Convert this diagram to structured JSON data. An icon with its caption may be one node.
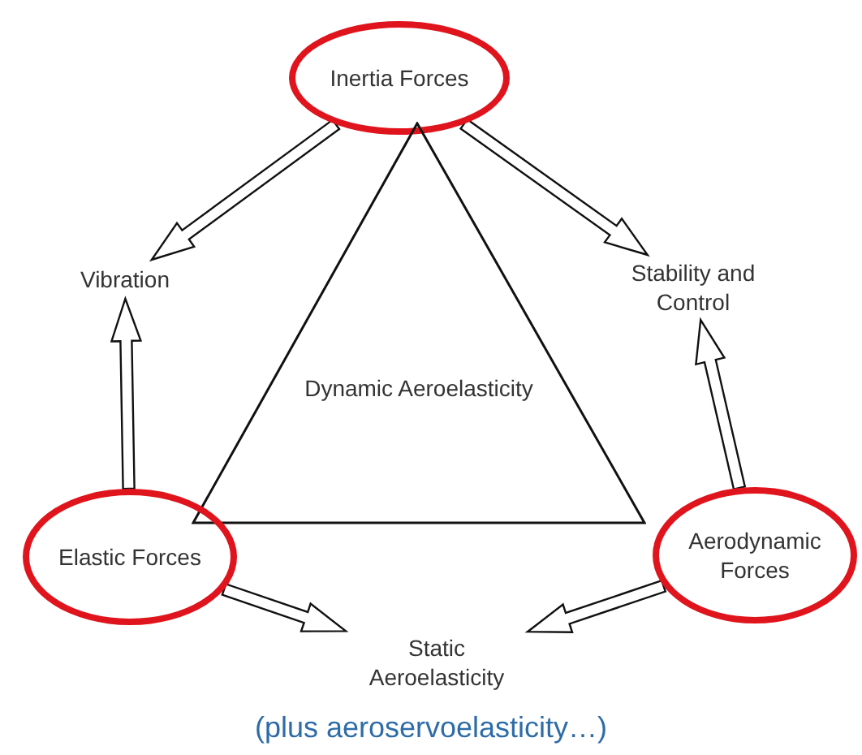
{
  "diagram": {
    "caption": "(plus aeroservoelasticity…)",
    "nodes": [
      {
        "text": [
          "Inertia Forces"
        ]
      },
      {
        "text": [
          "Vibration"
        ]
      },
      {
        "text": [
          "Stability and Control"
        ]
      },
      {
        "text": [
          "Dynamic Aeroelasticity"
        ]
      },
      {
        "text": [
          "Elastic Forces"
        ]
      },
      {
        "text": [
          "Aerodynamic Forces"
        ]
      },
      {
        "text": [
          "Static Aeroelasticity"
        ]
      }
    ],
    "edges": [
      {
        "from": 0,
        "to": 1,
        "arrow": "to"
      },
      {
        "from": 0,
        "to": 2,
        "arrow": "to"
      },
      {
        "from": 4,
        "to": 1,
        "arrow": "to"
      },
      {
        "from": 5,
        "to": 2,
        "arrow": "to"
      },
      {
        "from": 4,
        "to": 6,
        "arrow": "to"
      },
      {
        "from": 5,
        "to": 6,
        "arrow": "to"
      }
    ]
  }
}
